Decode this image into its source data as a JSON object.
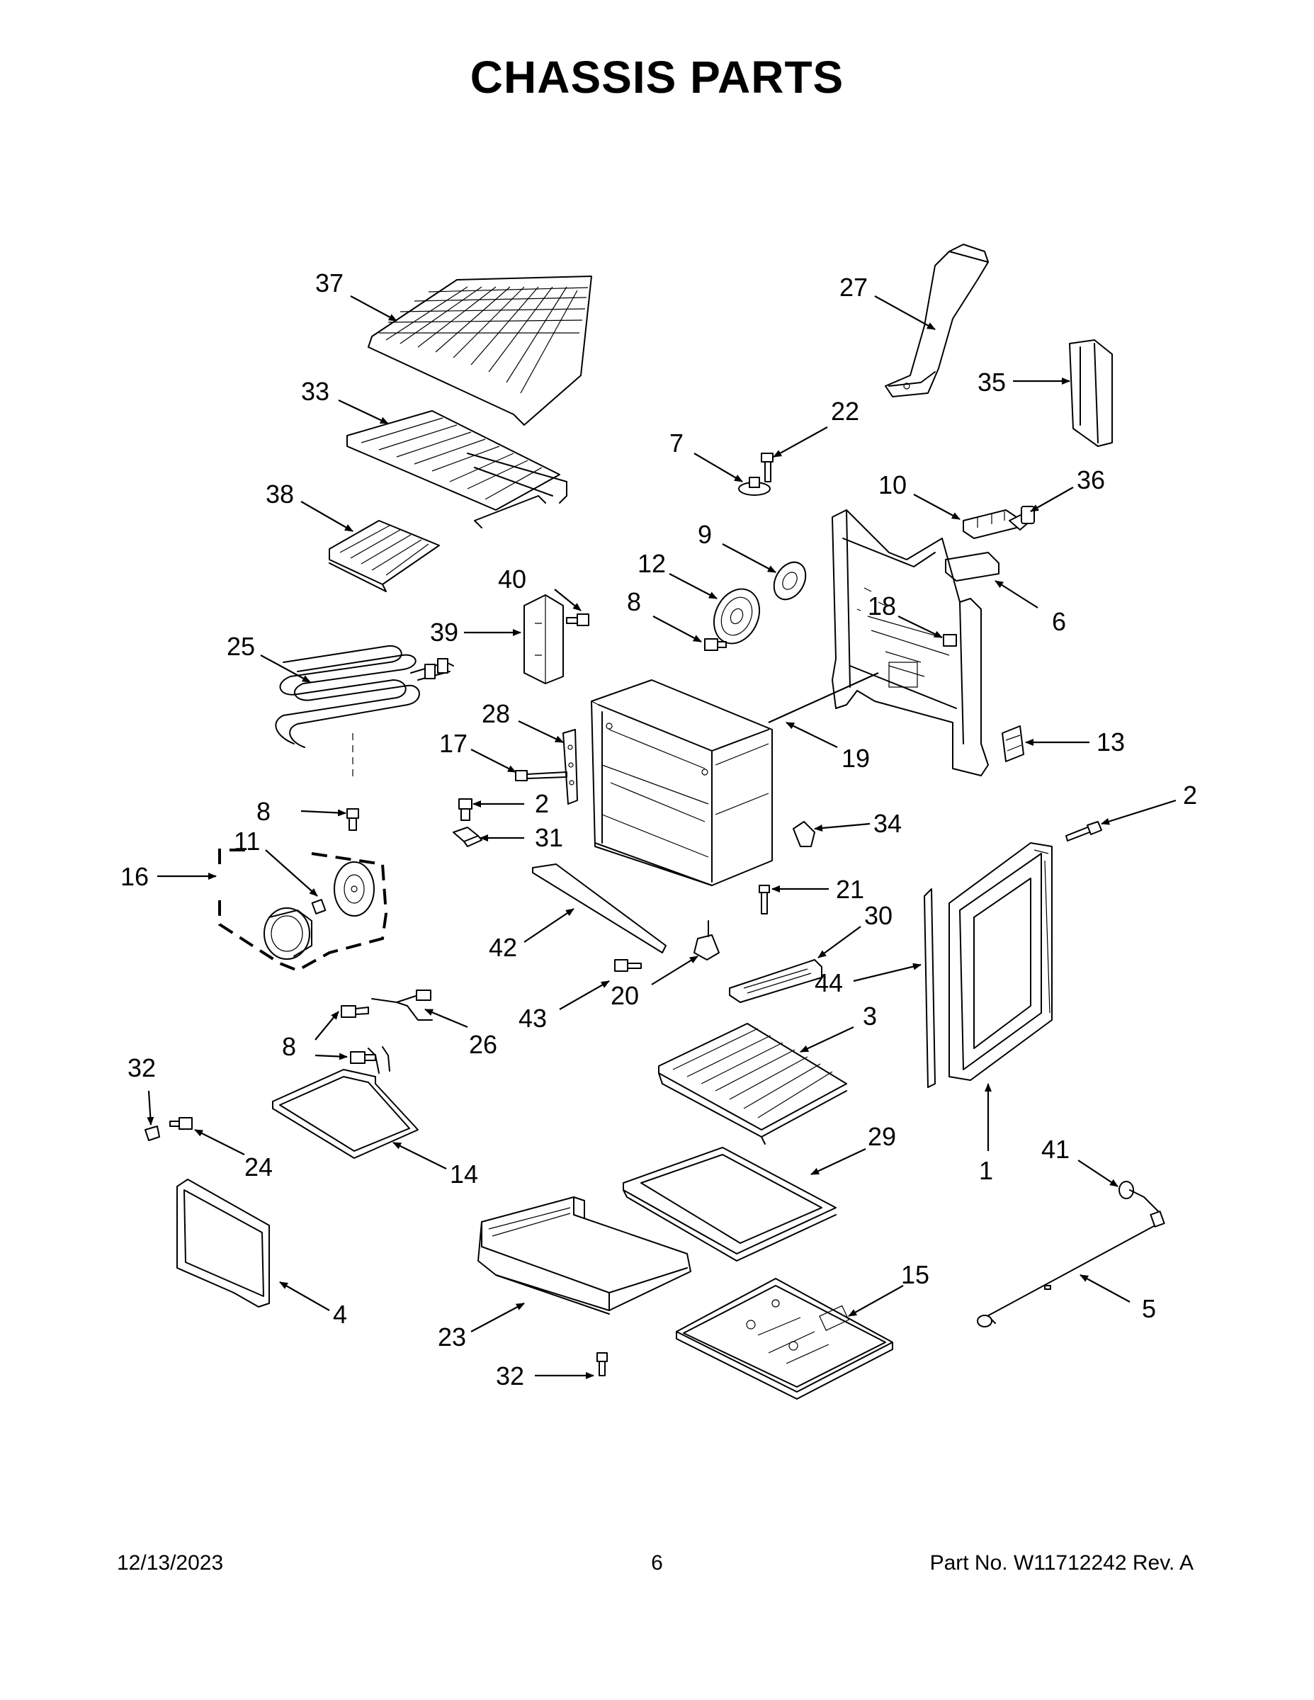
{
  "title": "CHASSIS PARTS",
  "footer": {
    "date": "12/13/2023",
    "page": "6",
    "part_no": "Part No.  W11712242  Rev.  A"
  },
  "callouts": {
    "c37": "37",
    "c27": "27",
    "c35": "35",
    "c33": "33",
    "c22": "22",
    "c7": "7",
    "c10": "10",
    "c36": "36",
    "c38": "38",
    "c9": "9",
    "c12": "12",
    "c6": "6",
    "c40": "40",
    "c8a": "8",
    "c18": "18",
    "c39": "39",
    "c25": "25",
    "c28": "28",
    "c17": "17",
    "c19": "19",
    "c13": "13",
    "c2a": "2",
    "c8b": "8",
    "c2b": "2",
    "c31": "31",
    "c34": "34",
    "c16": "16",
    "c11": "11",
    "c21": "21",
    "c30": "30",
    "c42": "42",
    "c44": "44",
    "c43": "43",
    "c20": "20",
    "c3": "3",
    "c26": "26",
    "c8c": "8",
    "c32a": "32",
    "c29": "29",
    "c41": "41",
    "c1": "1",
    "c24": "24",
    "c14": "14",
    "c15": "15",
    "c5": "5",
    "c4": "4",
    "c23": "23",
    "c32b": "32"
  }
}
